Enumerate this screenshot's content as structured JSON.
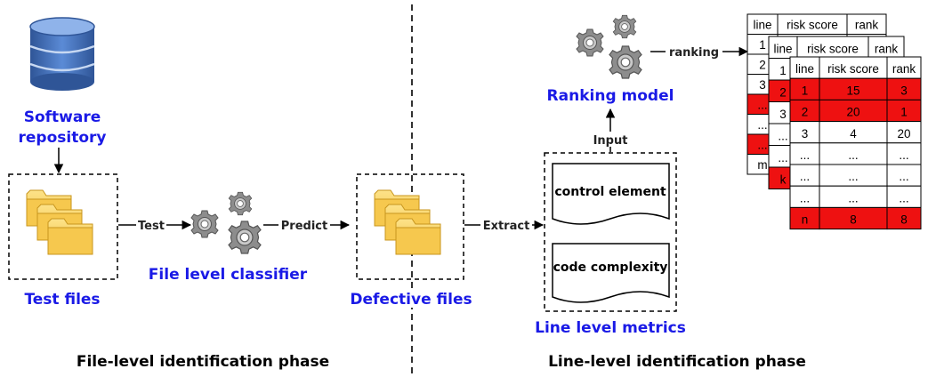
{
  "repository": {
    "line1": "Software",
    "line2": "repository"
  },
  "labels": {
    "test_files": "Test files",
    "file_level_classifier": "File level classifier",
    "defective_files": "Defective files",
    "ranking_model": "Ranking model",
    "line_level_metrics": "Line level metrics"
  },
  "edges": {
    "test": "Test",
    "predict": "Predict",
    "extract": "Extract",
    "input": "Input",
    "ranking": "ranking"
  },
  "metrics": [
    "control element",
    "code complexity"
  ],
  "phases": {
    "file_level": "File-level identification phase",
    "line_level": "Line-level identification phase"
  },
  "tables": {
    "header": [
      "line",
      "risk score",
      "rank"
    ],
    "back_first_col": [
      "1",
      "2",
      "3",
      "...",
      "...",
      "...",
      "m"
    ],
    "mid_first_col": [
      "1",
      "2",
      "3",
      "...",
      "...",
      "k"
    ],
    "front_rows": [
      [
        "1",
        "15",
        "3"
      ],
      [
        "2",
        "20",
        "1"
      ],
      [
        "3",
        "4",
        "20"
      ],
      [
        "...",
        "...",
        "..."
      ],
      [
        "...",
        "...",
        "..."
      ],
      [
        "...",
        "...",
        "..."
      ],
      [
        "n",
        "8",
        "8"
      ]
    ]
  },
  "colors": {
    "label_blue": "#1a1ae6",
    "highlight_red": "#ee1111",
    "folder": "#f7cf5c",
    "database": "#3f6bb3",
    "gear": "#8a8a8a"
  }
}
